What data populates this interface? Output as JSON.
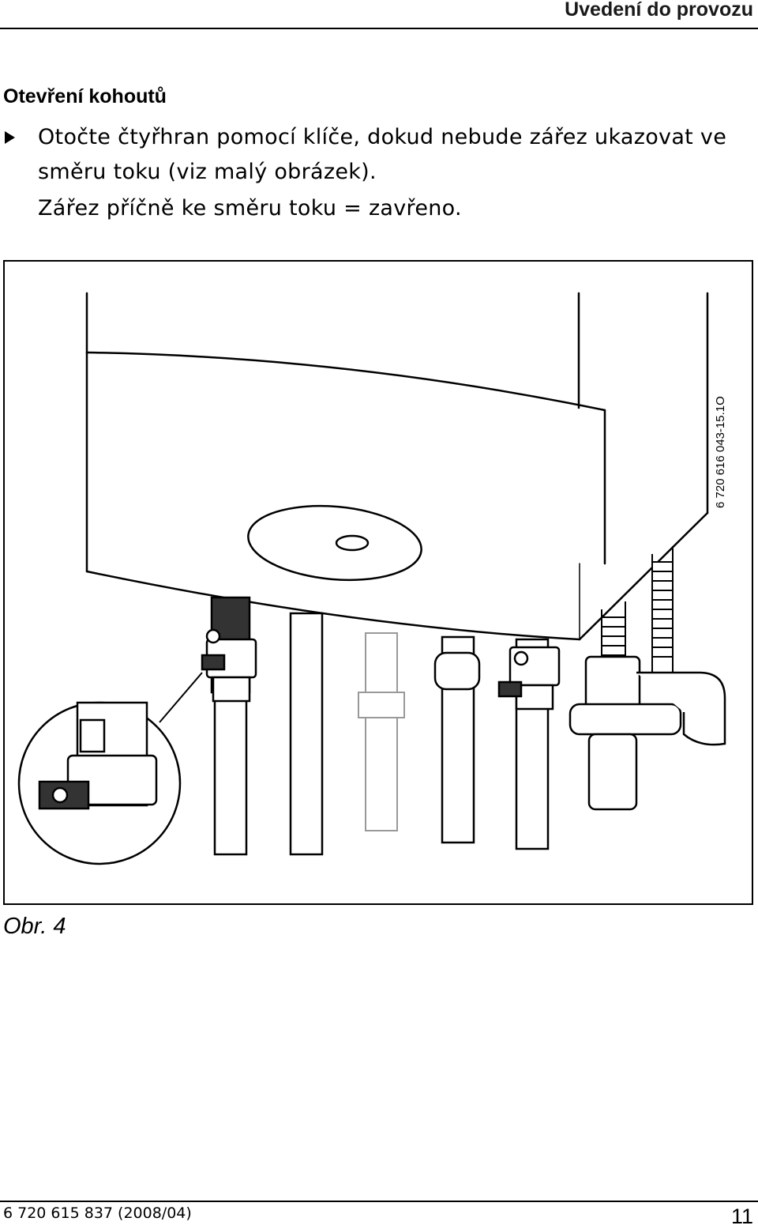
{
  "header": {
    "title": "Uvedení do provozu"
  },
  "section": {
    "heading": "Otevření kohoutů",
    "instruction_lines": [
      "Otočte čtyřhran pomocí klíče, dokud nebude zářez ukazovat ve",
      "směru toku (viz malý obrázek).",
      "Zářez příčně ke směru toku = zavřeno."
    ]
  },
  "figure": {
    "drawing_code": "6 720 616 043-15.1O",
    "caption": "Obr. 4"
  },
  "footer": {
    "doc_number": "6 720 615 837 (2008/04)",
    "page_number": "11"
  },
  "icons": {
    "bullet": "triangle-bullet-icon"
  }
}
